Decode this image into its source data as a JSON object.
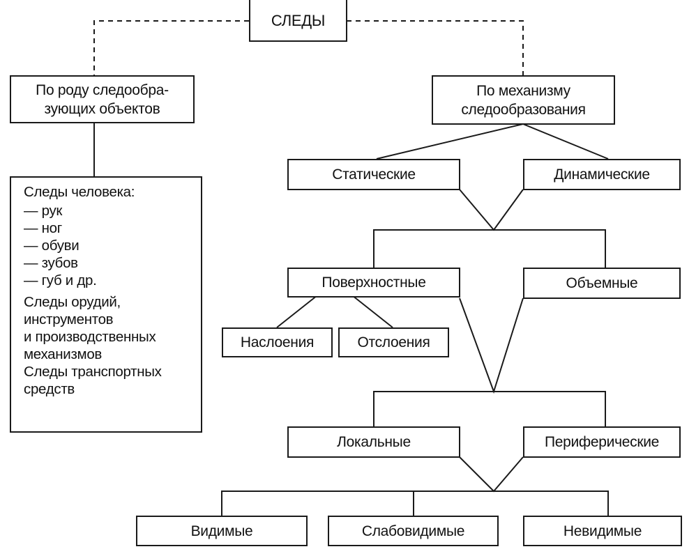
{
  "root": "СЛЕДЫ",
  "by_object": {
    "title": [
      "По роду следообра-",
      "зующих объектов"
    ],
    "human_header": "Следы человека:",
    "human_items": [
      "— рук",
      "— ног",
      "— обуви",
      "— зубов",
      "— губ и др."
    ],
    "tools": [
      "Следы орудий,",
      "инструментов",
      "и производственных",
      "механизмов"
    ],
    "vehicles": [
      "Следы транспортных",
      "средств"
    ]
  },
  "by_mechanism": {
    "title": [
      "По механизму",
      "следообразования"
    ],
    "static": "Статические",
    "dynamic": "Динамические",
    "surface": "Поверхностные",
    "volume": "Объемные",
    "layering": "Наслоения",
    "peeling": "Отслоения",
    "local": "Локальные",
    "peripheral": "Периферические",
    "visible": "Видимые",
    "faint": "Слабовидимые",
    "invisible": "Невидимые"
  }
}
